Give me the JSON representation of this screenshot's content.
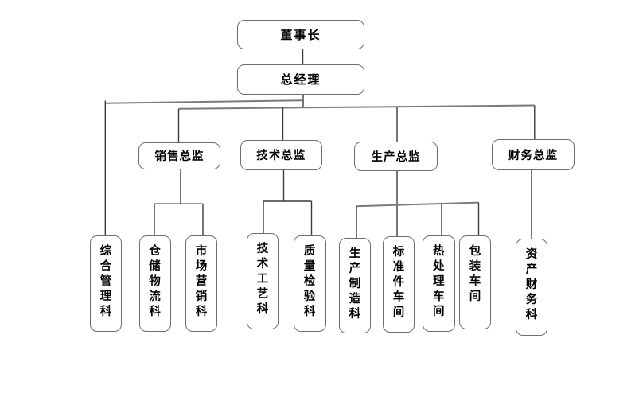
{
  "page": {
    "background": "#ffffff"
  },
  "colors": {
    "box_border": "#6e6e6e",
    "connector": "#3c3c3c",
    "connector_long": "#7b7b7b",
    "text": "#000000"
  },
  "org": {
    "chairman": {
      "label": "董事长"
    },
    "general_manager": {
      "label": "总经理",
      "direct_department": "综合管理科"
    },
    "directors": [
      {
        "label": "销售总监",
        "departments": [
          "仓储物流科",
          "市场营销科"
        ]
      },
      {
        "label": "技术总监",
        "departments": [
          "技术工艺科",
          "质量检验科"
        ]
      },
      {
        "label": "生产总监",
        "departments": [
          "生产制造科",
          "标准件车间",
          "热处理车间",
          "包装车间"
        ]
      },
      {
        "label": "财务总监",
        "departments": [
          "资产财务科"
        ]
      }
    ]
  }
}
